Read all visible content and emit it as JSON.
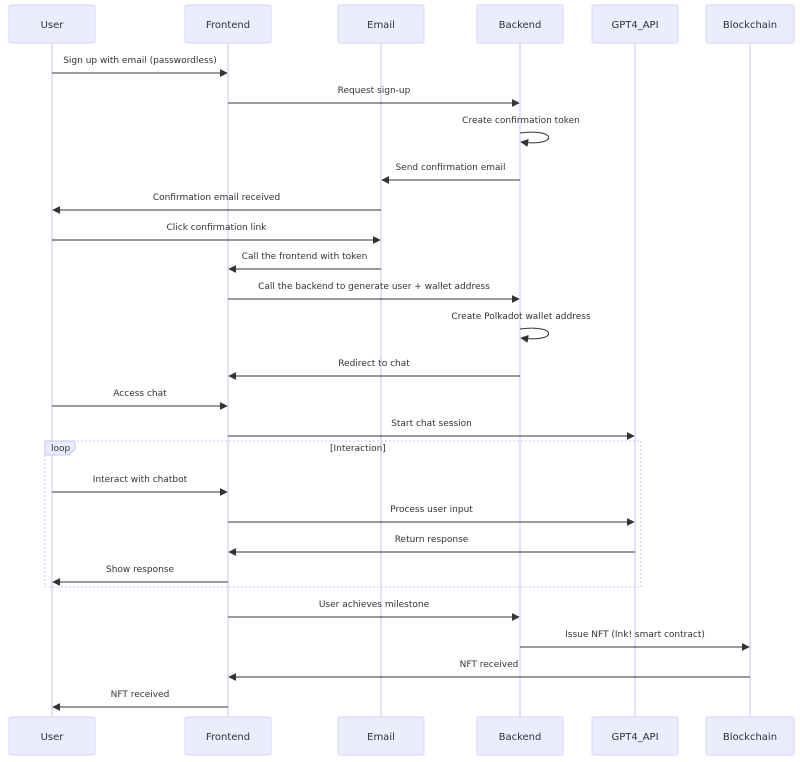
{
  "actors": [
    {
      "id": "user",
      "label": "User"
    },
    {
      "id": "frontend",
      "label": "Frontend"
    },
    {
      "id": "email",
      "label": "Email"
    },
    {
      "id": "backend",
      "label": "Backend"
    },
    {
      "id": "gpt",
      "label": "GPT4_API"
    },
    {
      "id": "blockchain",
      "label": "Blockchain"
    }
  ],
  "messages": [
    {
      "from": "user",
      "to": "frontend",
      "text": "Sign up with email (passwordless)"
    },
    {
      "from": "frontend",
      "to": "backend",
      "text": "Request sign-up"
    },
    {
      "from": "backend",
      "to": "backend",
      "text": "Create confirmation token"
    },
    {
      "from": "backend",
      "to": "email",
      "text": "Send confirmation email"
    },
    {
      "from": "email",
      "to": "user",
      "text": "Confirmation email received"
    },
    {
      "from": "user",
      "to": "email",
      "text": "Click confirmation link"
    },
    {
      "from": "email",
      "to": "frontend",
      "text": "Call the frontend with token"
    },
    {
      "from": "frontend",
      "to": "backend",
      "text": "Call the backend to generate user + wallet address"
    },
    {
      "from": "backend",
      "to": "backend",
      "text": "Create Polkadot wallet address"
    },
    {
      "from": "backend",
      "to": "frontend",
      "text": "Redirect to chat"
    },
    {
      "from": "user",
      "to": "frontend",
      "text": "Access chat"
    },
    {
      "from": "frontend",
      "to": "gpt",
      "text": "Start chat session"
    },
    {
      "from": "user",
      "to": "frontend",
      "text": "Interact with chatbot"
    },
    {
      "from": "frontend",
      "to": "gpt",
      "text": "Process user input"
    },
    {
      "from": "gpt",
      "to": "frontend",
      "text": "Return response"
    },
    {
      "from": "frontend",
      "to": "user",
      "text": "Show response"
    },
    {
      "from": "frontend",
      "to": "backend",
      "text": "User achieves milestone"
    },
    {
      "from": "backend",
      "to": "blockchain",
      "text": "Issue NFT (Ink! smart contract)"
    },
    {
      "from": "blockchain",
      "to": "frontend",
      "text": "NFT received"
    },
    {
      "from": "frontend",
      "to": "user",
      "text": "NFT received"
    }
  ],
  "loop": {
    "label": "loop",
    "title": "[Interaction]",
    "first_message": 12,
    "last_message": 15
  },
  "colors": {
    "actor_fill": "#ececff",
    "actor_stroke": "#d4d4f7",
    "lifeline": "#c9c5f2",
    "message": "#333333"
  }
}
